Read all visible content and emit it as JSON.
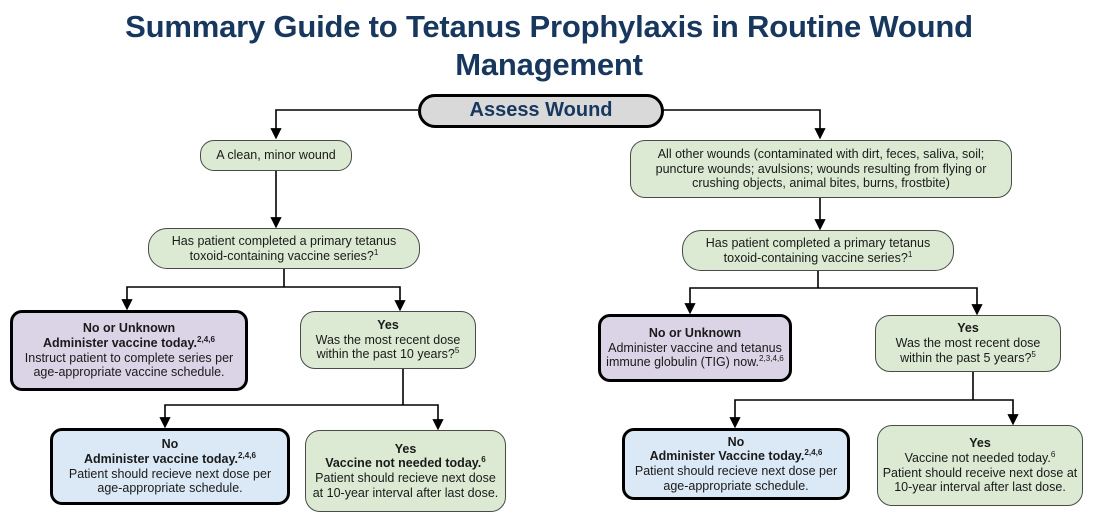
{
  "colors": {
    "title_navy": "#17375e",
    "node_green": "#dcead3",
    "node_purple": "#dad4e6",
    "node_blue": "#dbe9f6",
    "node_gray": "#d9d9d9",
    "connector_black": "#000000"
  },
  "title": {
    "text": "Summary Guide to Tetanus Prophylaxis in Routine Wound Management"
  },
  "flowchart": {
    "assess_wound": "Assess Wound",
    "clean_wound": "A clean, minor wound",
    "other_wounds": "All other wounds (contaminated with dirt, feces, saliva, soil; puncture wounds; avulsions; wounds resulting from flying or crushing objects, animal bites, burns, frostbite)",
    "left": {
      "primary_series": {
        "question": "Has patient completed a primary tetanus toxoid-containing vaccine series?",
        "sup": "1"
      },
      "no_unknown": {
        "heading": "No or Unknown",
        "action": "Administer vaccine today.",
        "action_sup": "2,4,6",
        "detail": "Instruct patient to complete series per age-appropriate vaccine schedule."
      },
      "yes_recent": {
        "heading": "Yes",
        "question": "Was the most recent dose within the past 10 years?",
        "sup": "5"
      },
      "no_dose": {
        "heading": "No",
        "action": "Administer vaccine today.",
        "action_sup": "2,4,6",
        "detail": "Patient should recieve next dose per age-appropriate schedule."
      },
      "yes_dose": {
        "heading": "Yes",
        "action": "Vaccine not needed today.",
        "action_sup": "6",
        "detail": "Patient should recieve next dose at 10-year interval after last dose."
      }
    },
    "right": {
      "primary_series": {
        "question": "Has patient completed a primary tetanus toxoid-containing vaccine series?",
        "sup": "1"
      },
      "no_unknown": {
        "heading": "No or Unknown",
        "action": "Administer vaccine and tetanus immune globulin (TIG) now.",
        "action_sup": "2,3,4,6"
      },
      "yes_recent": {
        "heading": "Yes",
        "question": "Was the most recent dose within the past 5 years?",
        "sup": "5"
      },
      "no_dose": {
        "heading": "No",
        "action": "Administer Vaccine today.",
        "action_sup": "2,4,6",
        "detail": "Patient should recieve next dose per age-appropriate schedule."
      },
      "yes_dose": {
        "heading": "Yes",
        "action": "Vaccine not needed today.",
        "action_sup": "6",
        "detail": "Patient should receive next dose at 10-year interval after last dose."
      }
    }
  }
}
